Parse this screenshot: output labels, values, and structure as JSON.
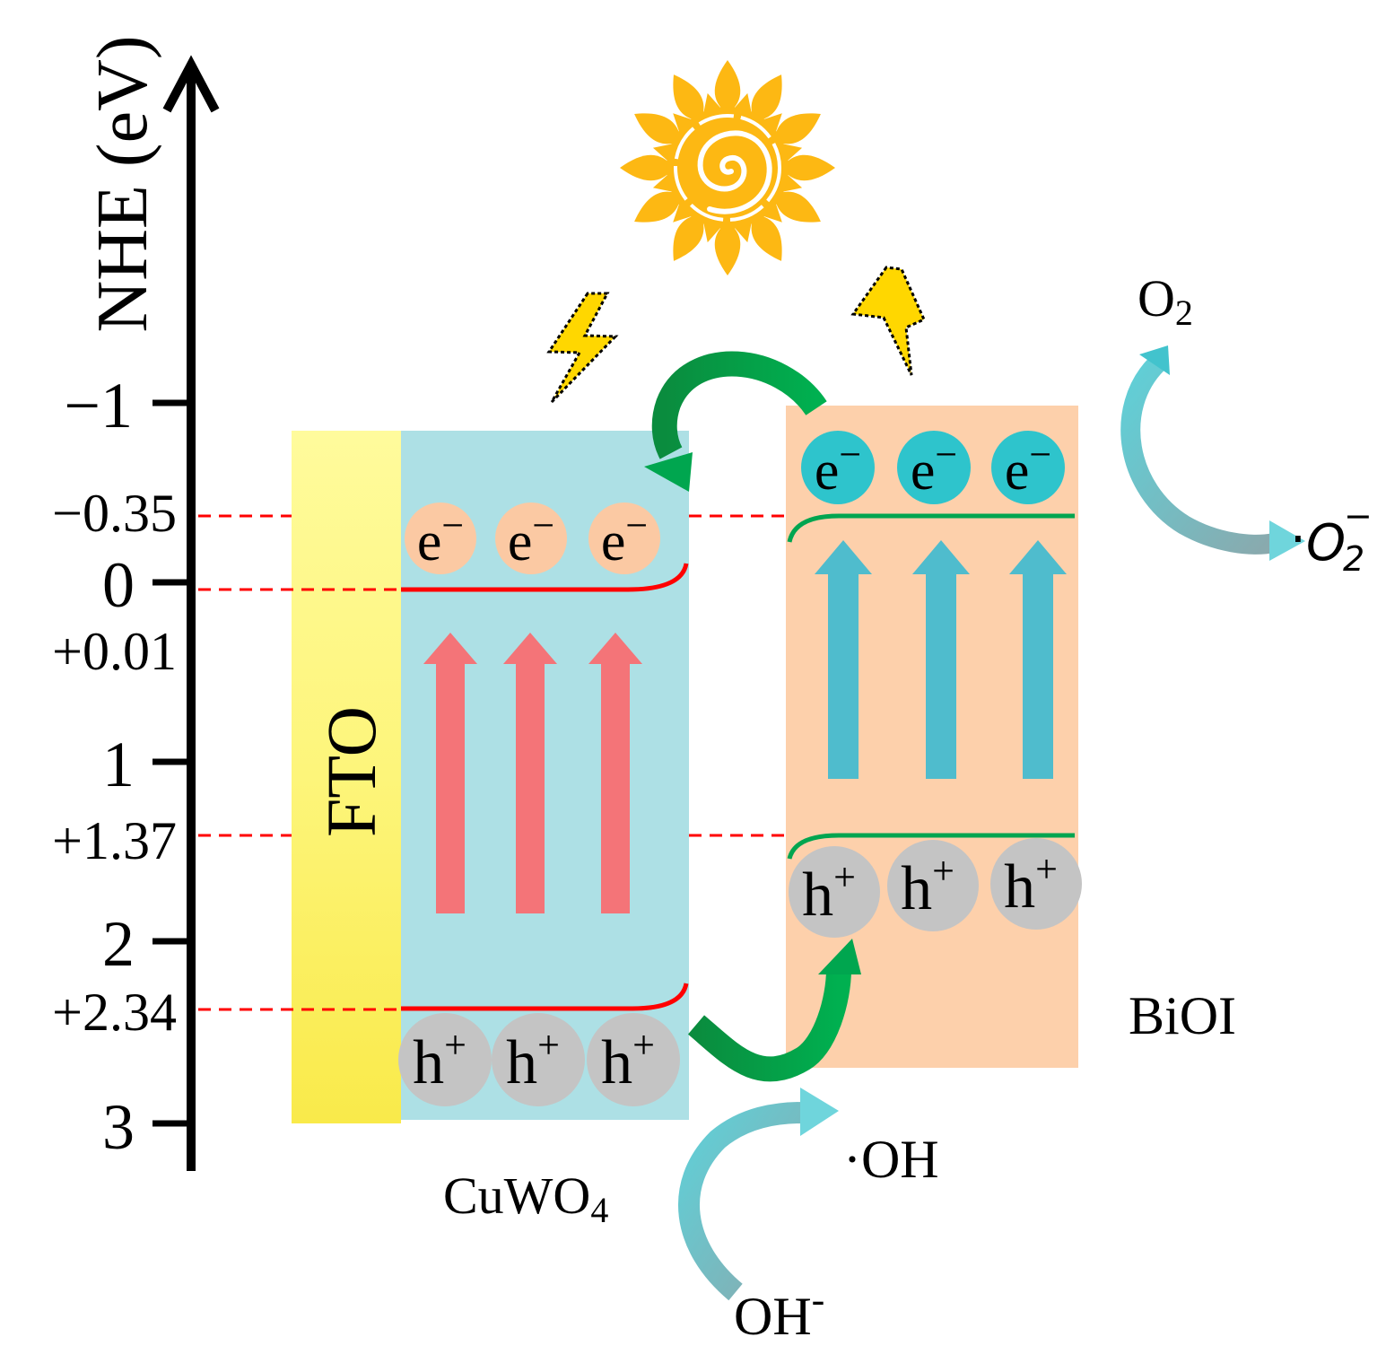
{
  "axis": {
    "label": "NHE (eV)",
    "ticks": [
      "−1",
      "0",
      "1",
      "2",
      "3"
    ]
  },
  "potentials": {
    "cuwo4_cb": "−0.35",
    "biol_cb_level": "+0.01",
    "cuwo4_vb": "+1.37",
    "vb_level": "+2.34"
  },
  "materials": {
    "fto": "FTO",
    "cuwo4_base": "CuWO",
    "cuwo4_sub": "4",
    "bioi": "BiOI"
  },
  "carriers": {
    "electron_base": "e",
    "electron_sup": "−",
    "hole_base": "h",
    "hole_sup": "+"
  },
  "species": {
    "o2_base": "O",
    "o2_sub": "2",
    "superoxide_dot": "·",
    "superoxide_base": "O",
    "superoxide_sub": "2",
    "superoxide_sup": "−",
    "hydroxyl_radical": "·OH",
    "hydroxide_base": "OH",
    "hydroxide_sup": "-"
  },
  "colors": {
    "fto": "#fdf57a",
    "cuwo4": "#ade0e5",
    "bioi": "#fdd0ab",
    "cuwo4_band": "#ff0000",
    "bioi_band": "#00a550",
    "dashed_line": "#ff0000",
    "electron_cuwo4": "#fbc9a3",
    "electron_bioi": "#2ec4cc",
    "hole": "#c4c4c4",
    "arrow_pink": "#f47478",
    "arrow_blue": "#4fbccd",
    "transfer_arrow": "#00a64f",
    "radical_arrow": "#42c3cd",
    "sun": "#fdb813",
    "bolt": "#ffd700"
  }
}
